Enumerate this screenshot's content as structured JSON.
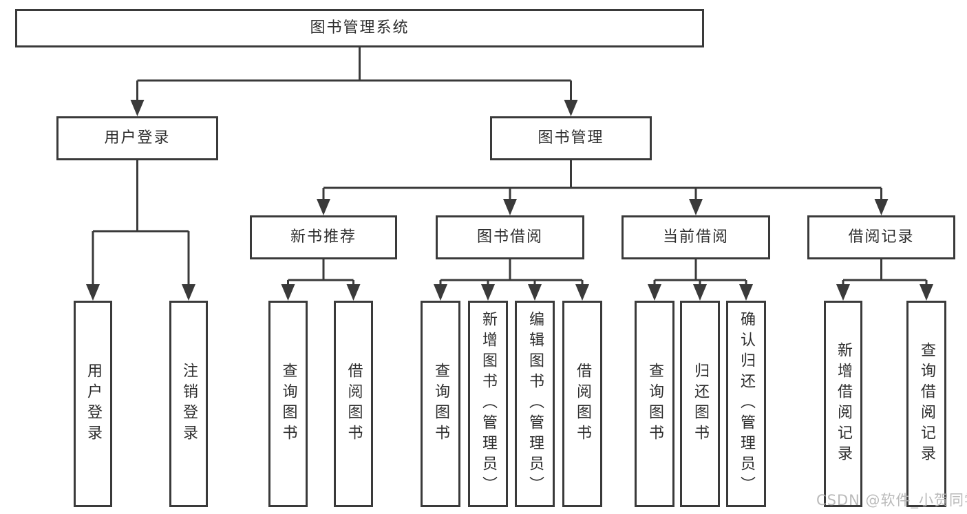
{
  "tree": {
    "root": {
      "label": "图书管理系统",
      "children": [
        {
          "label": "用户登录",
          "children": [
            {
              "label": "用户登录"
            },
            {
              "label": "注销登录"
            }
          ]
        },
        {
          "label": "图书管理",
          "children": [
            {
              "label": "新书推荐",
              "children": [
                {
                  "label": "查询图书"
                },
                {
                  "label": "借阅图书"
                }
              ]
            },
            {
              "label": "图书借阅",
              "children": [
                {
                  "label": "查询图书"
                },
                {
                  "label": "新增图书（管理员）"
                },
                {
                  "label": "编辑图书（管理员）"
                },
                {
                  "label": "借阅图书"
                }
              ]
            },
            {
              "label": "当前借阅",
              "children": [
                {
                  "label": "查询图书"
                },
                {
                  "label": "归还图书"
                },
                {
                  "label": "确认归还（管理员）"
                }
              ]
            },
            {
              "label": "借阅记录",
              "children": [
                {
                  "label": "新增借阅记录"
                },
                {
                  "label": "查询借阅记录"
                }
              ]
            }
          ]
        }
      ]
    }
  },
  "watermark": {
    "text": "CSDN @软件_小贺同学"
  },
  "colors": {
    "line": "#3a3a3a",
    "box_border": "#3a3a3a",
    "text": "#2e2e2e",
    "watermark": "#b5b5b5",
    "background": "#ffffff"
  }
}
